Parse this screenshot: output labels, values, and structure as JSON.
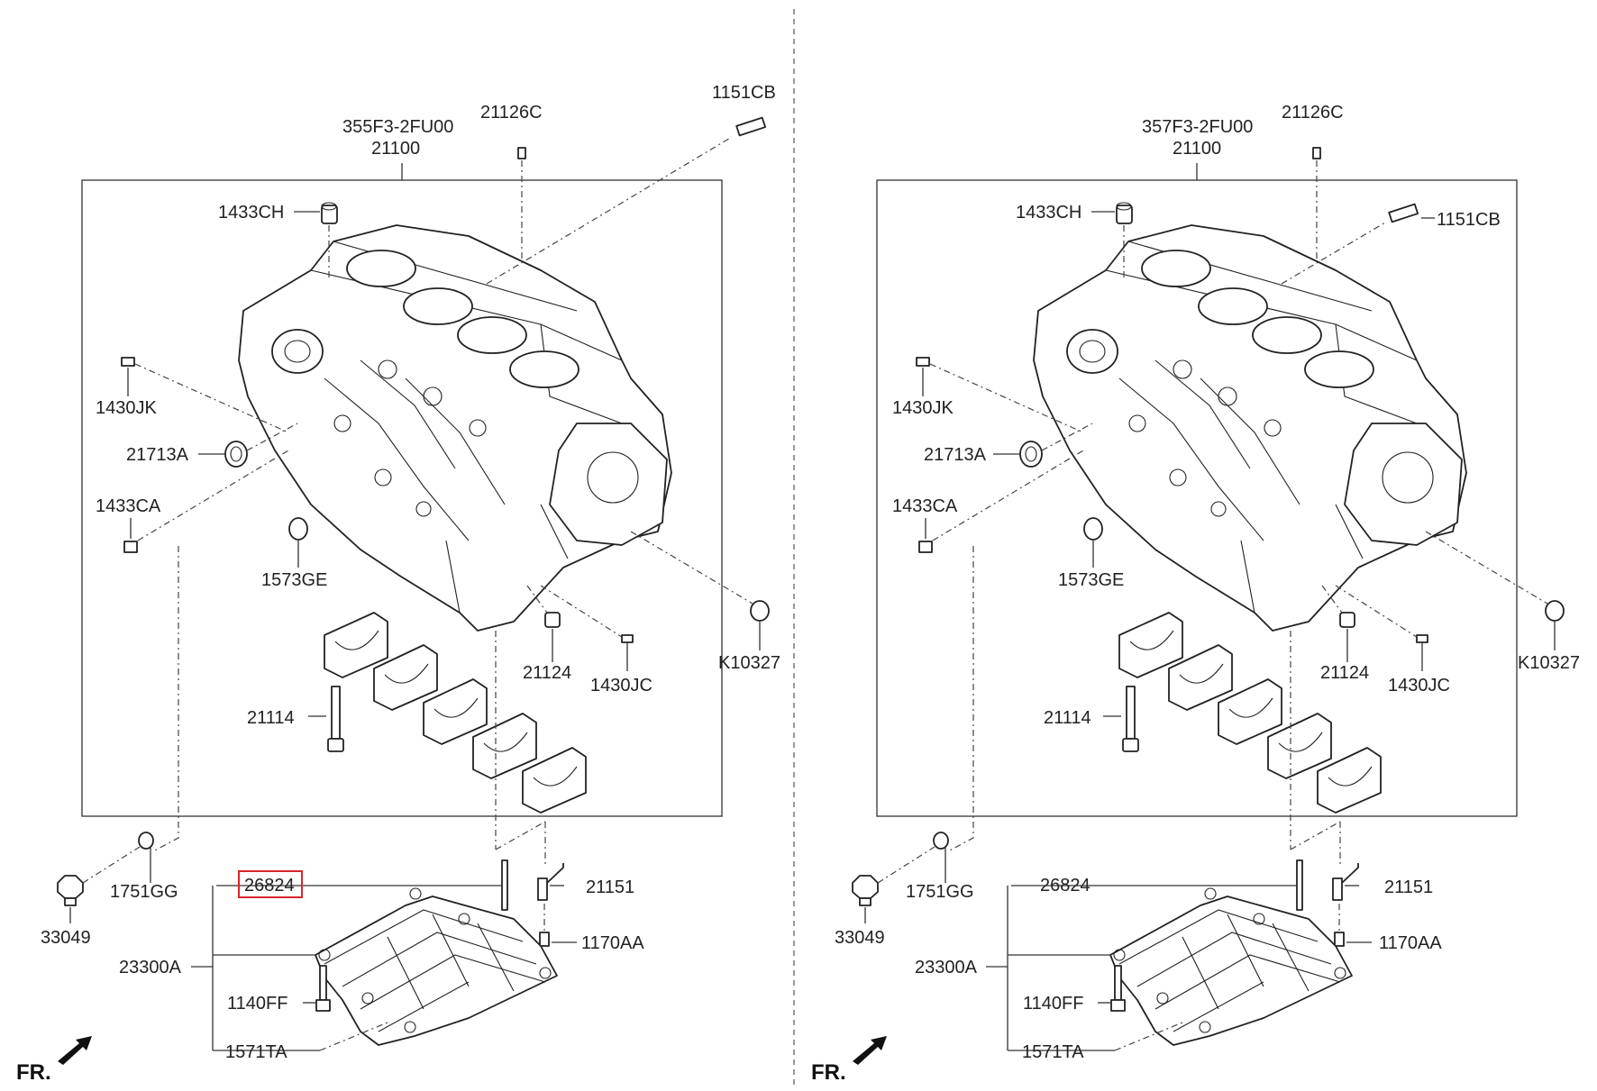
{
  "fr_label": "FR.",
  "highlight_color": "#d9262b",
  "panels": [
    {
      "id": "left",
      "labels": {
        "block_code": "355F3-2FU00",
        "block": "21100",
        "p21126C": "21126C",
        "p1151CB": "1151CB",
        "p1433CH": "1433CH",
        "p1430JK": "1430JK",
        "p21713A": "21713A",
        "p1433CA": "1433CA",
        "p1573GE": "1573GE",
        "p21124": "21124",
        "p1430JC": "1430JC",
        "pK10327": "K10327",
        "p21114": "21114",
        "p1751GG": "1751GG",
        "p33049": "33049",
        "p26824": "26824",
        "p21151": "21151",
        "p1170AA": "1170AA",
        "p23300A": "23300A",
        "p1140FF": "1140FF",
        "p1571TA": "1571TA"
      },
      "highlighted": "26824"
    },
    {
      "id": "right",
      "labels": {
        "block_code": "357F3-2FU00",
        "block": "21100",
        "p21126C": "21126C",
        "p1151CB": "1151CB",
        "p1433CH": "1433CH",
        "p1430JK": "1430JK",
        "p21713A": "21713A",
        "p1433CA": "1433CA",
        "p1573GE": "1573GE",
        "p21124": "21124",
        "p1430JC": "1430JC",
        "pK10327": "K10327",
        "p21114": "21114",
        "p1751GG": "1751GG",
        "p33049": "33049",
        "p26824": "26824",
        "p21151": "21151",
        "p1170AA": "1170AA",
        "p23300A": "23300A",
        "p1140FF": "1140FF",
        "p1571TA": "1571TA"
      },
      "highlighted": ""
    }
  ]
}
